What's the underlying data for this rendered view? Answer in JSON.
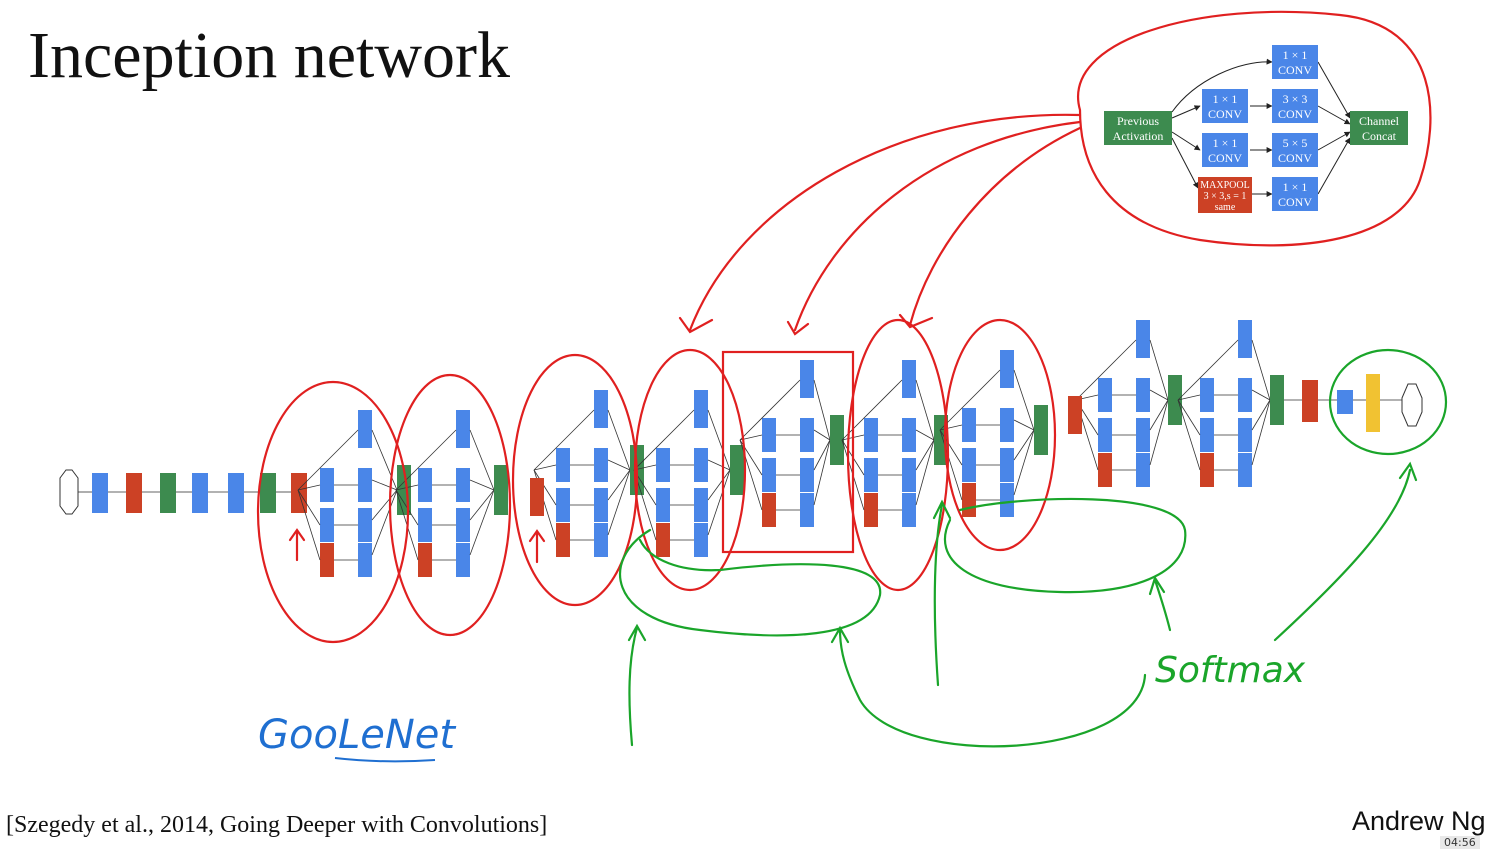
{
  "slide": {
    "title": "Inception network",
    "citation": "[Szegedy et al., 2014, Going Deeper with Convolutions]",
    "author": "Andrew Ng",
    "timer": "04:56"
  },
  "inception_module": {
    "previous_activation": [
      "Previous",
      "Activation"
    ],
    "conv_1x1_a": [
      "1 × 1",
      "CONV"
    ],
    "conv_1x1_b": [
      "1 × 1",
      "CONV"
    ],
    "conv_1x1_c": [
      "1 × 1",
      "CONV"
    ],
    "conv_3x3": [
      "3 × 3",
      "CONV"
    ],
    "conv_5x5": [
      "5 × 5",
      "CONV"
    ],
    "maxpool": [
      "MAXPOOL",
      "3 × 3,s = 1",
      "same"
    ],
    "conv_1x1_d": [
      "1 × 1",
      "CONV"
    ],
    "channel_concat": [
      "Channel",
      "Concat"
    ]
  },
  "annotations": {
    "handwritten_name": "GooLeNet",
    "handwritten_softmax": "Softmax"
  },
  "colors": {
    "conv_blue": "#4a86e8",
    "pool_red": "#cc4125",
    "concat_green": "#3d8b4f",
    "softmax_yellow": "#f1c232",
    "ink_red": "#e02020",
    "ink_green": "#1aa52a",
    "ink_blue": "#1f6fd1"
  }
}
